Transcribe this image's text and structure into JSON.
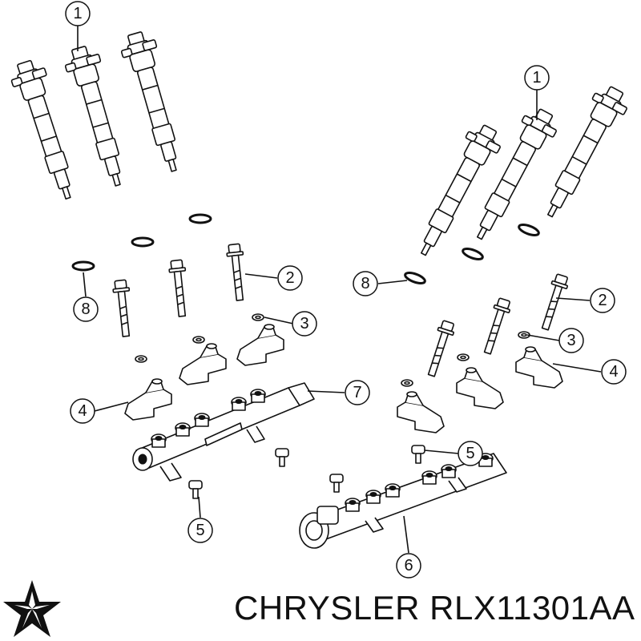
{
  "brand": {
    "name": "CHRYSLER",
    "part_number": "RLX11301AA",
    "logo_icon": "pentastar-icon"
  },
  "callouts": [
    {
      "id": "c1-left",
      "label": "1"
    },
    {
      "id": "c1-right",
      "label": "1"
    },
    {
      "id": "c2-left",
      "label": "2"
    },
    {
      "id": "c2-right",
      "label": "2"
    },
    {
      "id": "c3-left",
      "label": "3"
    },
    {
      "id": "c3-right",
      "label": "3"
    },
    {
      "id": "c4-left",
      "label": "4"
    },
    {
      "id": "c4-right",
      "label": "4"
    },
    {
      "id": "c5-left",
      "label": "5"
    },
    {
      "id": "c5-right",
      "label": "5"
    },
    {
      "id": "c6",
      "label": "6"
    },
    {
      "id": "c7",
      "label": "7"
    },
    {
      "id": "c8-left",
      "label": "8"
    },
    {
      "id": "c8-right",
      "label": "8"
    }
  ],
  "colors": {
    "line": "#111111",
    "background": "#ffffff"
  }
}
